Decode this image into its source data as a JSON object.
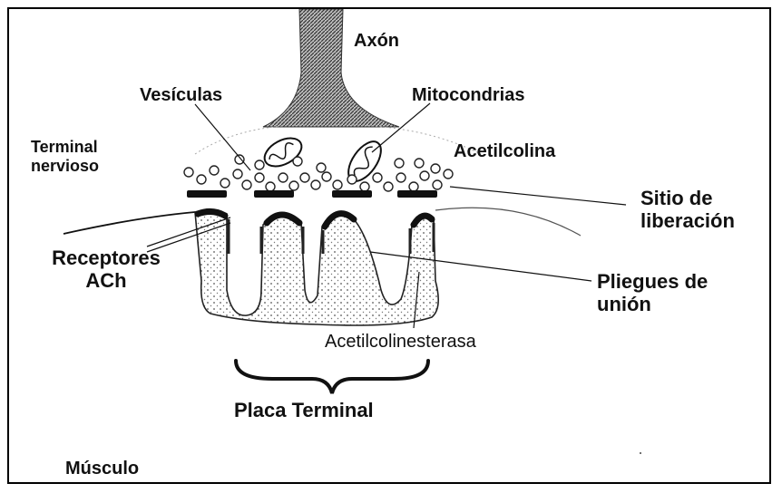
{
  "labels": {
    "axon": "Axón",
    "vesicles": "Vesículas",
    "mitochondria": "Mitocondrias",
    "nerve_terminal": [
      "Terminal",
      "nervioso"
    ],
    "acetylcholine": "Acetilcolina",
    "release_site": [
      "Sitio de",
      "liberación"
    ],
    "ach_receptors": [
      "Receptores",
      "ACh"
    ],
    "junctional_folds": [
      "Pliegues de",
      "unión"
    ],
    "acetylcholinesterase": "Acetilcolinesterasa",
    "end_plate": "Placa Terminal",
    "muscle": "Músculo"
  }
}
